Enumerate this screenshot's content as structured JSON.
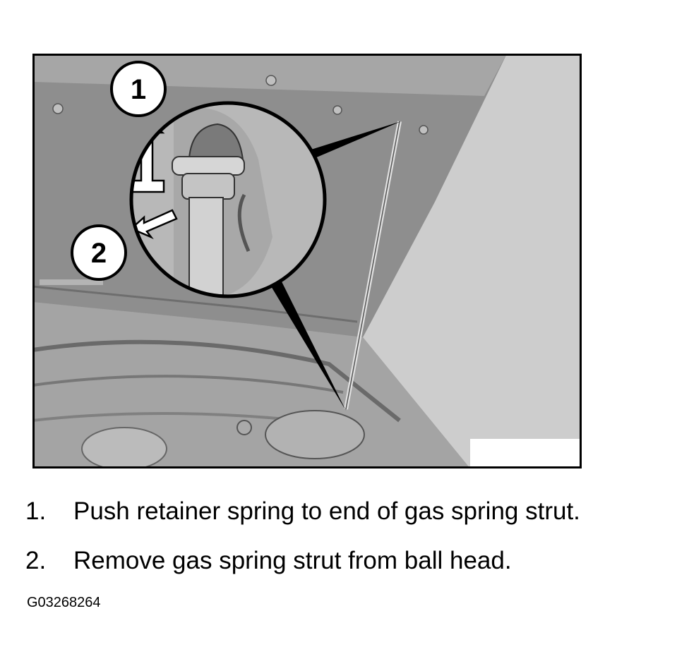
{
  "figure": {
    "callouts": [
      "1",
      "2"
    ]
  },
  "steps": [
    {
      "number": "1.",
      "text": "Push retainer spring to end of gas spring strut."
    },
    {
      "number": "2.",
      "text": "Remove gas spring strut from ball head."
    }
  ],
  "figure_code": "G03268264",
  "colors": {
    "background": "#ffffff",
    "photo_gray": "#9c9c9c",
    "light_panel": "#cdcdcd",
    "ink": "#000000"
  }
}
